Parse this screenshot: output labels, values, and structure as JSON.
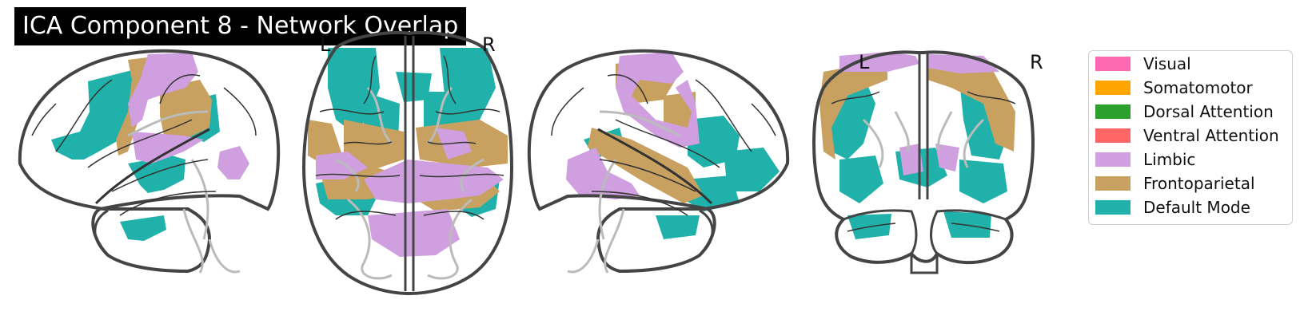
{
  "title": "ICA Component 8 - Network Overlap",
  "orientation_labels": {
    "axial_left": "L",
    "axial_right": "R",
    "coronal_left": "L",
    "coronal_right": "R"
  },
  "views": [
    "sagittal-left",
    "axial",
    "sagittal-right",
    "coronal"
  ],
  "legend": {
    "placement": "right",
    "items": [
      {
        "label": "Visual",
        "color": "#ff69b4"
      },
      {
        "label": "Somatomotor",
        "color": "#ffa500"
      },
      {
        "label": "Dorsal Attention",
        "color": "#2ca02c"
      },
      {
        "label": "Ventral Attention",
        "color": "#ff6666"
      },
      {
        "label": "Limbic",
        "color": "#cf9fdf"
      },
      {
        "label": "Frontoparietal",
        "color": "#c8a060"
      },
      {
        "label": "Default Mode",
        "color": "#20b2aa"
      }
    ]
  },
  "colors": {
    "outline": "#444444",
    "sulci": "#bbbbbb",
    "title_bg": "#000000",
    "title_fg": "#ffffff"
  }
}
